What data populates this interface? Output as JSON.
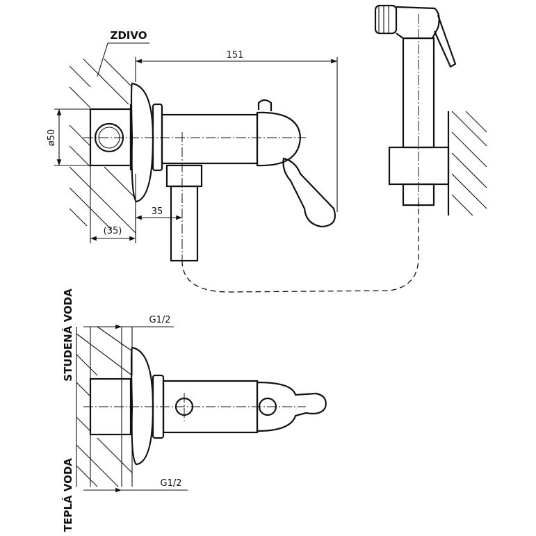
{
  "labels": {
    "wall": "ZDIVO",
    "length_dim": "151",
    "diameter_dim": "ø50",
    "offset_dim": "35",
    "wall_depth_dim": "(35)",
    "thread_top": "G1/2",
    "thread_bottom": "G1/2",
    "cold_water": "STUDENÁ VODA",
    "hot_water": "TEPLÁ VODA"
  }
}
